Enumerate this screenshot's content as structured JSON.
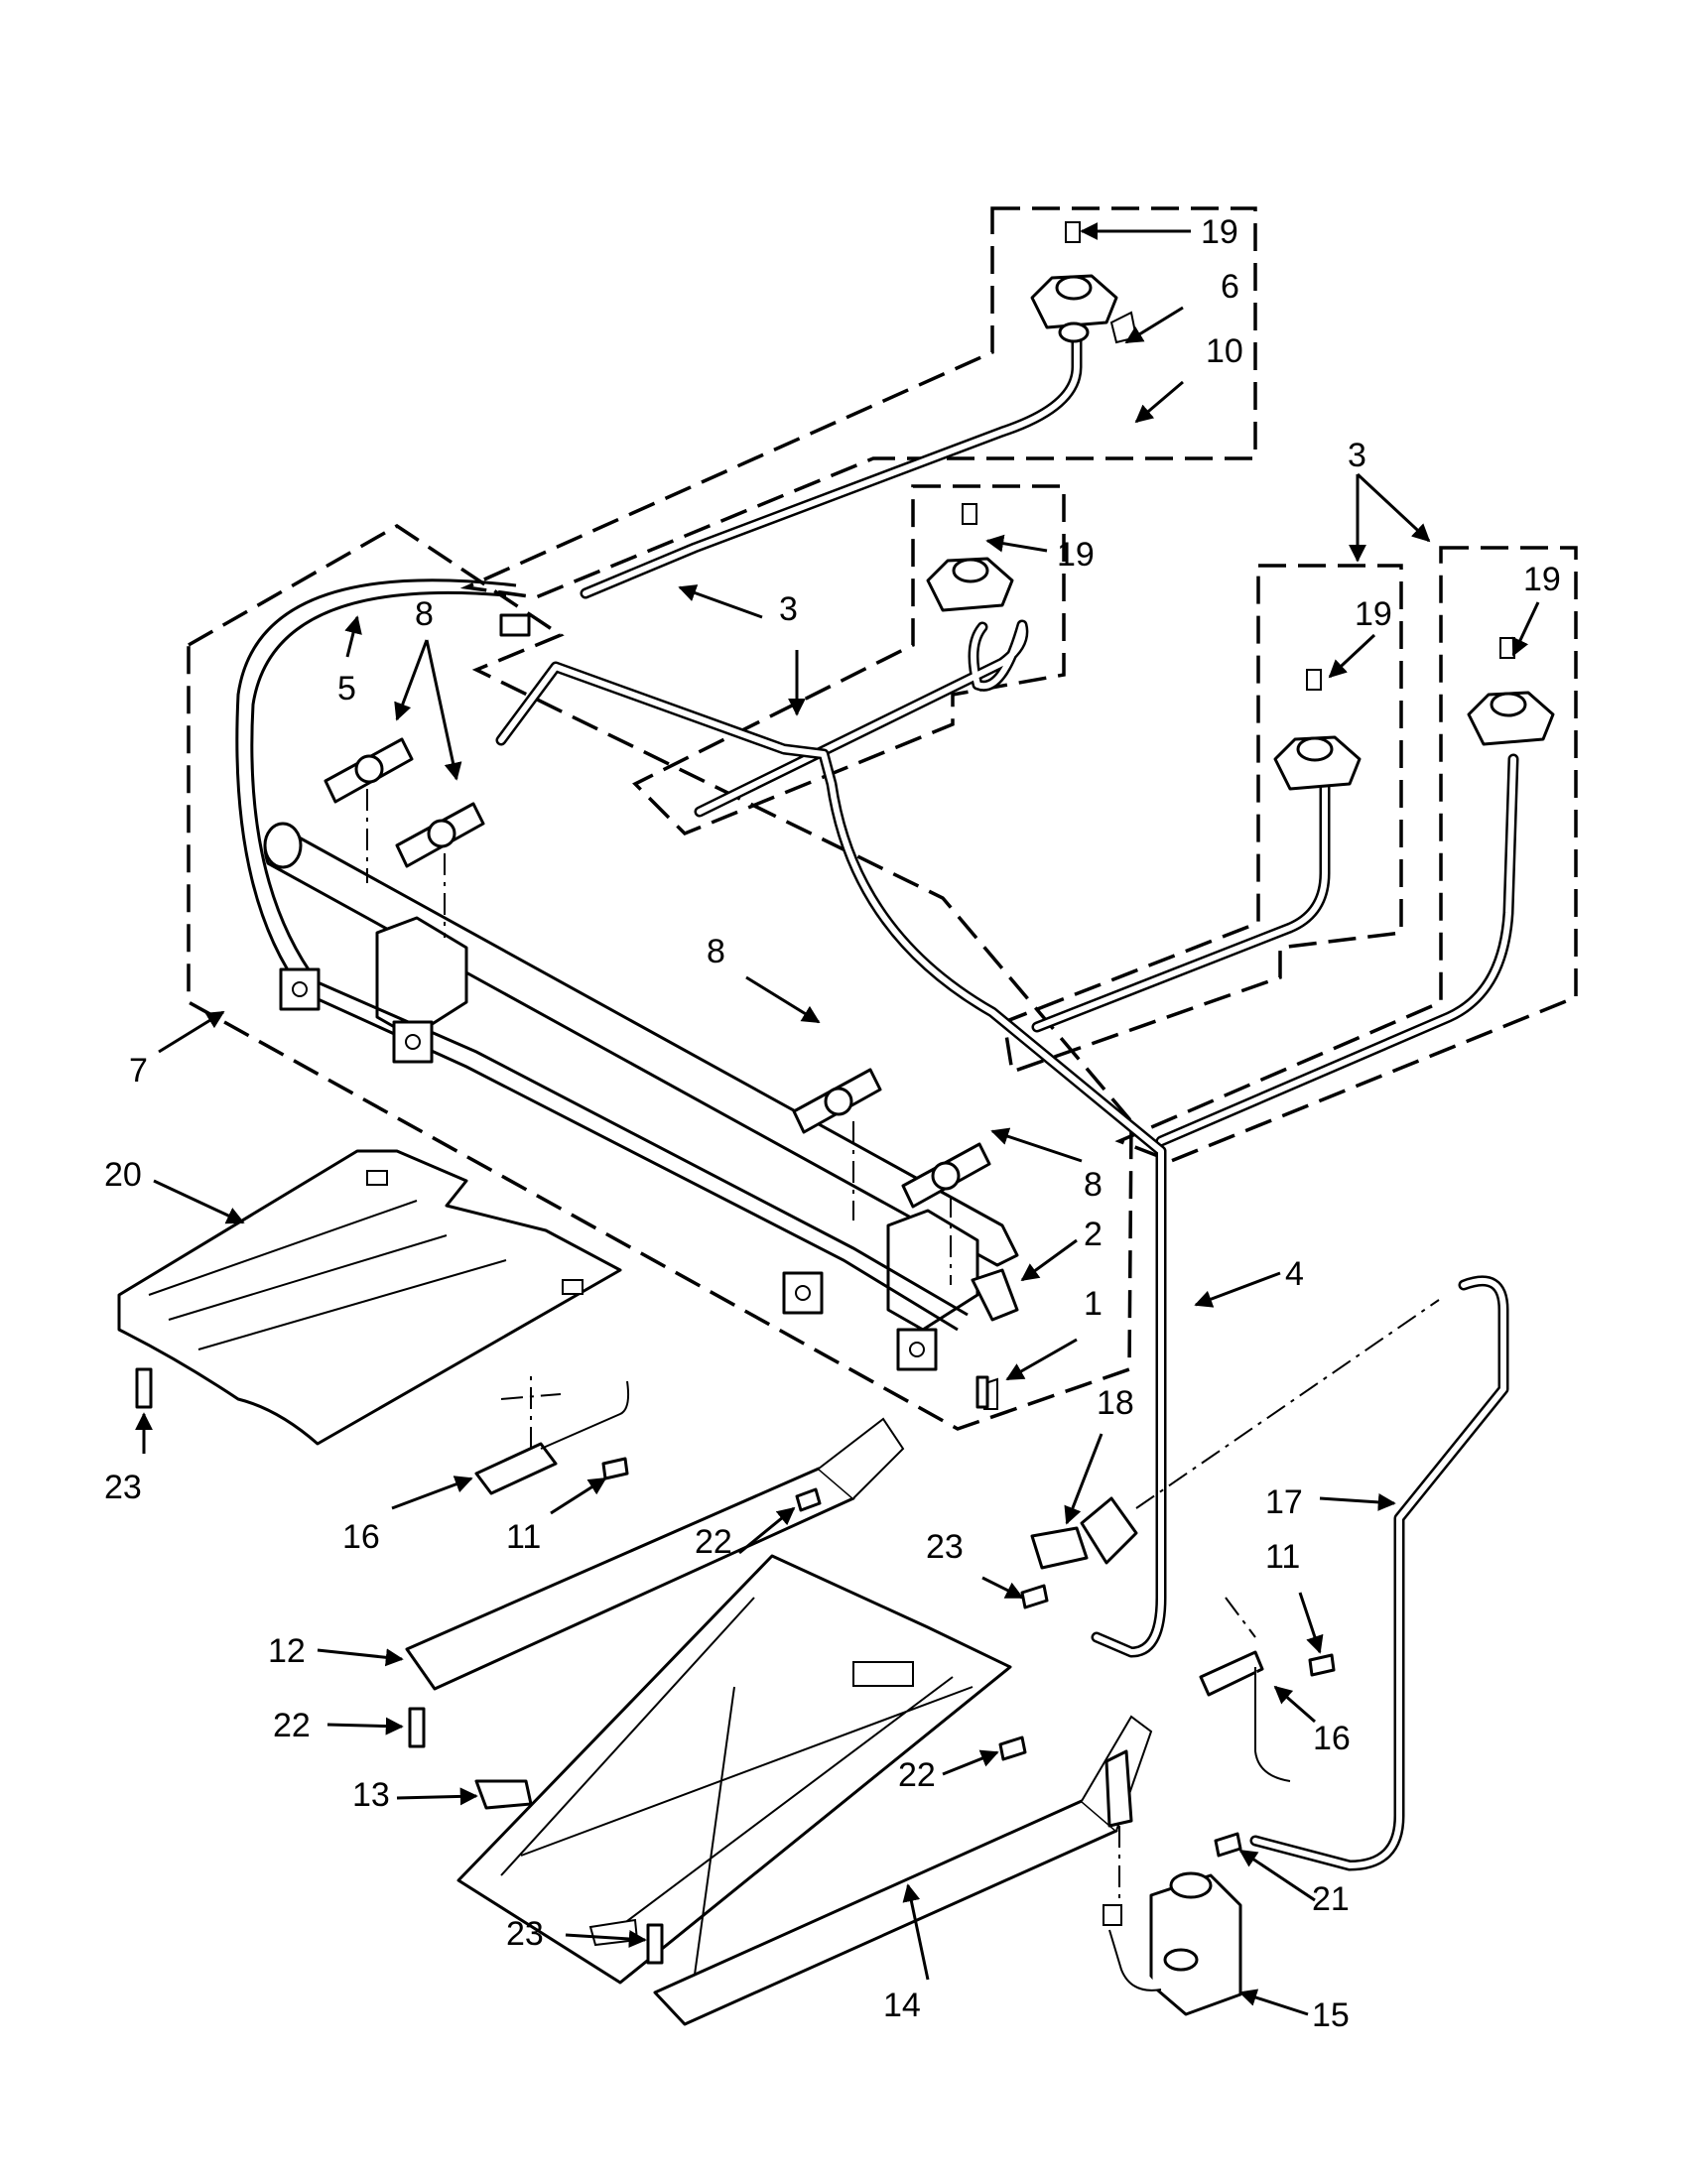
{
  "callouts": {
    "c19a": "19",
    "c6": "6",
    "c10": "10",
    "c3a": "3",
    "c19b": "19",
    "c3b": "3",
    "c19c": "19",
    "c19d": "19",
    "c8a": "8",
    "c5": "5",
    "c8b": "8",
    "c8c": "8",
    "c7": "7",
    "c20": "20",
    "c2": "2",
    "c1": "1",
    "c4": "4",
    "c18": "18",
    "c17": "17",
    "c23a": "23",
    "c16a": "16",
    "c11a": "11",
    "c22a": "22",
    "c23b": "23",
    "c11b": "11",
    "c12": "12",
    "c22b": "22",
    "c16b": "16",
    "c22c": "22",
    "c13": "13",
    "c21": "21",
    "c23c": "23",
    "c14": "14",
    "c15": "15"
  }
}
